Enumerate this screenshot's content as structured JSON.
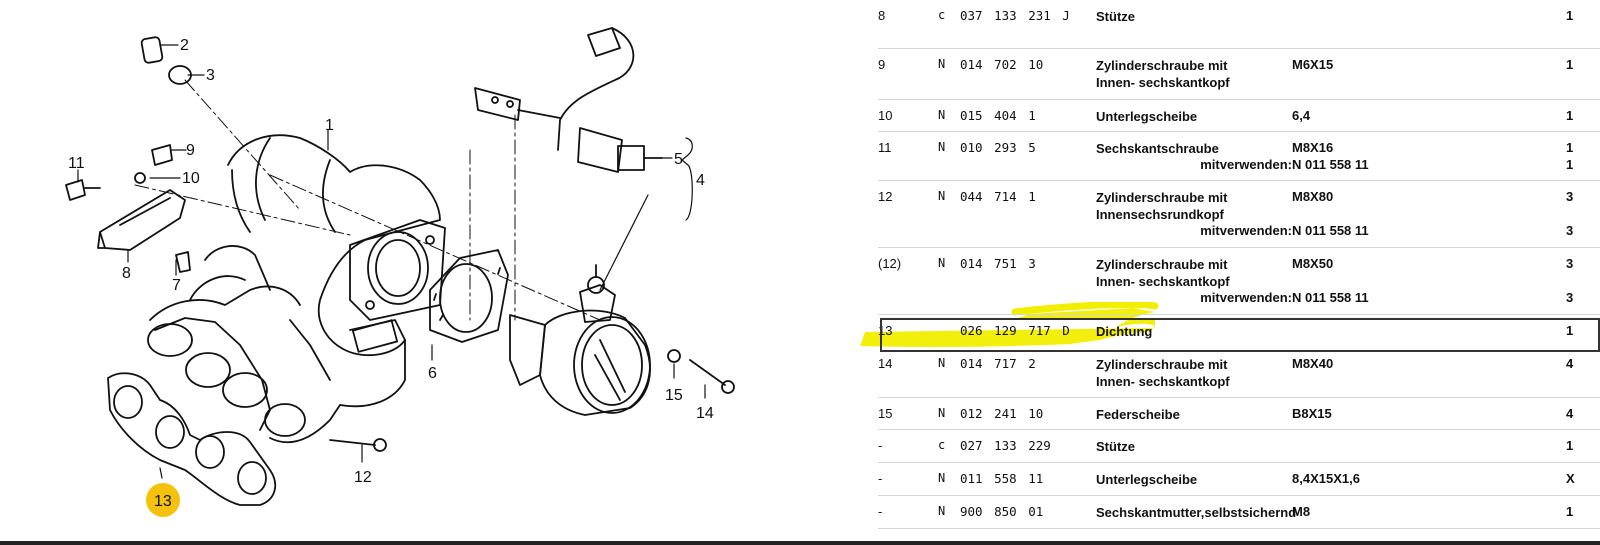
{
  "diagram": {
    "callouts": [
      "1",
      "2",
      "3",
      "4",
      "5",
      "6",
      "7",
      "8",
      "9",
      "10",
      "11",
      "12",
      "13",
      "14",
      "15"
    ],
    "highlight_color": "#f4c20d",
    "highlighted_callout": "13"
  },
  "parts": [
    {
      "pos": "8",
      "flag": "c",
      "pn": "037 133 231 J",
      "desc": "Stütze",
      "spec": "",
      "qty": "1"
    },
    {
      "pos": "9",
      "flag": "N",
      "pn": "014 702 10",
      "desc": "Zylinderschraube mit Innen- sechskantkopf",
      "spec": "M6X15",
      "qty": "1"
    },
    {
      "pos": "10",
      "flag": "N",
      "pn": "015 404 1",
      "desc": "Unterlegscheibe",
      "spec": "6,4",
      "qty": "1"
    },
    {
      "pos": "11",
      "flag": "N",
      "pn": "010 293 5",
      "desc": "Sechskantschraube",
      "spec": "M8X16",
      "qty": "1",
      "sub_label": "mitverwenden:",
      "sub_value": "N   011 558 11",
      "sub_qty": "1"
    },
    {
      "pos": "12",
      "flag": "N",
      "pn": "044 714 1",
      "desc": "Zylinderschraube mit Innensechsrundkopf",
      "spec": "M8X80",
      "qty": "3",
      "sub_label": "mitverwenden:",
      "sub_value": "N   011 558 11",
      "sub_qty": "3"
    },
    {
      "pos": "(12)",
      "flag": "N",
      "pn": "014 751 3",
      "desc": "Zylinderschraube mit Innen- sechskantkopf",
      "spec": "M8X50",
      "qty": "3",
      "sub_label": "mitverwenden:",
      "sub_value": "N   011 558 11",
      "sub_qty": "3"
    },
    {
      "pos": "13",
      "flag": "",
      "pn": "026 129 717 D",
      "desc": "Dichtung",
      "spec": "",
      "qty": "1"
    },
    {
      "pos": "14",
      "flag": "N",
      "pn": "014 717 2",
      "desc": "Zylinderschraube mit Innen- sechskantkopf",
      "spec": "M8X40",
      "qty": "4"
    },
    {
      "pos": "15",
      "flag": "N",
      "pn": "012 241 10",
      "desc": "Federscheibe",
      "spec": "B8X15",
      "qty": "4"
    },
    {
      "pos": "-",
      "flag": "c",
      "pn": "027 133 229",
      "desc": "Stütze",
      "spec": "",
      "qty": "1"
    },
    {
      "pos": "-",
      "flag": "N",
      "pn": "011 558 11",
      "desc": "Unterlegscheibe",
      "spec": "8,4X15X1,6",
      "qty": "X"
    },
    {
      "pos": "-",
      "flag": "N",
      "pn": "900 850 01",
      "desc": "Sechskantmutter,selbstsichernd",
      "spec": "M8",
      "qty": "1"
    }
  ],
  "highlighted_row": "13",
  "marker_color": "#f2ee00"
}
